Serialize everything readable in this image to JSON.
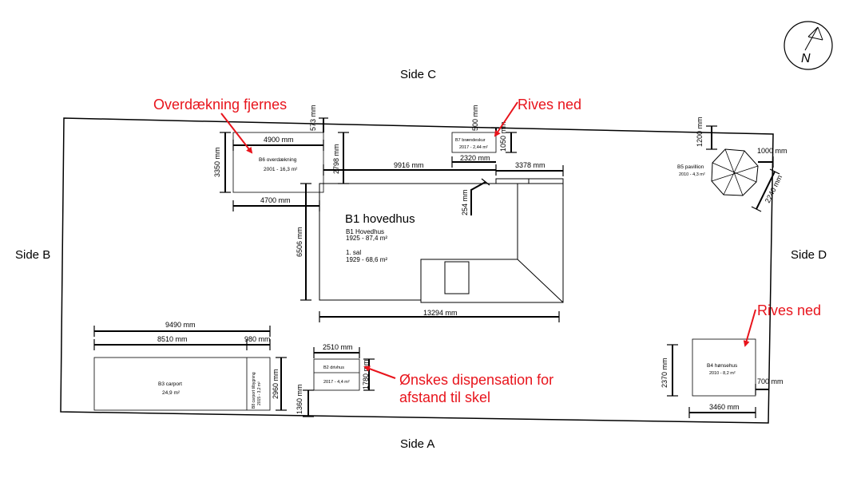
{
  "sides": {
    "a": "Side A",
    "b": "Side B",
    "c": "Side C",
    "d": "Side D"
  },
  "compass": {
    "label": "N"
  },
  "annotations": {
    "overdaekning": "Overdækning fjernes",
    "rives_ned_top": "Rives ned",
    "rives_ned_right": "Rives ned",
    "dispensation_line1": "Ønskes dispensation for",
    "dispensation_line2": "afstand til skel"
  },
  "buildings": {
    "b1": {
      "heading": "B1 hovedhus",
      "line1": "B1 Hovedhus",
      "line2": "1925 - 87,4 m²",
      "line3": "1. sal",
      "line4": "1929 - 68,6 m²"
    },
    "b2": {
      "name": "B2 drivhus",
      "info": "2017 - 4,4 m²"
    },
    "b3": {
      "name": "B3 carport",
      "info": "24,9 m²"
    },
    "b4": {
      "name": "B4 hønsehus",
      "info": "2010 - 8,2 m²"
    },
    "b5": {
      "name": "B5 pavillion",
      "info": "2010 - 4,3 m²"
    },
    "b6": {
      "name": "B6 overdækning",
      "info": "2001 - 16,3 m²"
    },
    "b7": {
      "name": "B7 brændeskur",
      "info": "2017 - 2,44 m²"
    },
    "b8": {
      "line1": "B8 carport tilbygning",
      "line2": "2015 - 3,2 m²"
    }
  },
  "dimensions": {
    "d573": "573 mm",
    "d4900": "4900 mm",
    "d3350": "3350 mm",
    "d2798": "2798 mm",
    "d4700": "4700 mm",
    "d500": "500 mm",
    "d1050": "1050 mm",
    "d2320": "2320 mm",
    "d9916": "9916 mm",
    "d3378": "3378 mm",
    "d254": "254 mm",
    "d6506": "6506 mm",
    "d13294": "13294 mm",
    "d1200": "1200 mm",
    "d1000": "1000 mm",
    "d2240": "2240 mm",
    "d9490": "9490 mm",
    "d8510": "8510 mm",
    "d980": "980 mm",
    "d2960": "2960 mm",
    "d1360": "1360 mm",
    "d2510": "2510 mm",
    "d1780": "1780 mm",
    "d2370": "2370 mm",
    "d700": "700 mm",
    "d3460": "3460 mm"
  }
}
